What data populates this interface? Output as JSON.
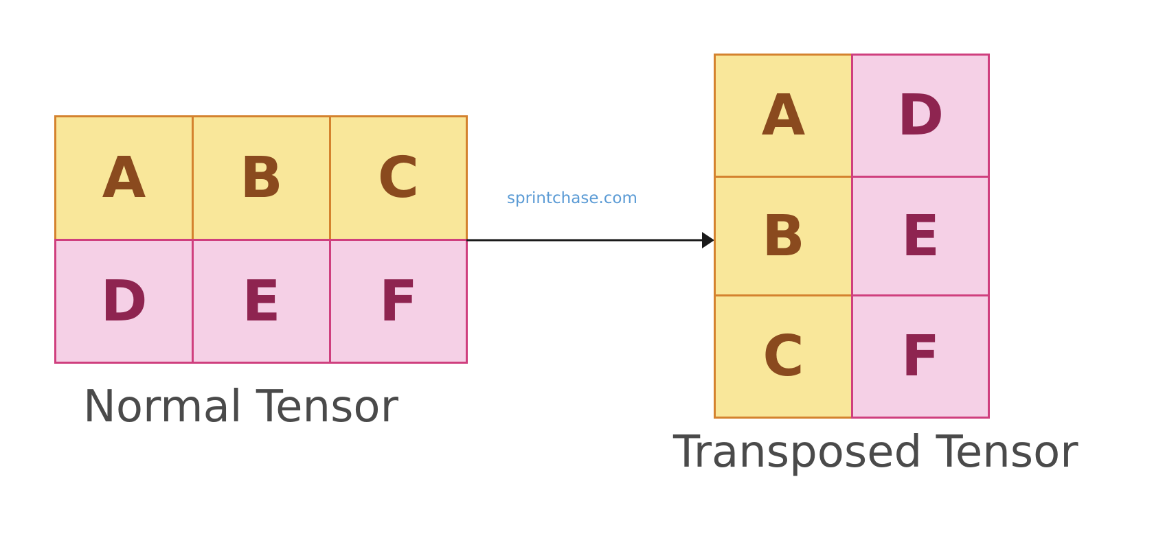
{
  "normal_tensor": {
    "label": "Normal Tensor",
    "rows": [
      [
        "A",
        "B",
        "C"
      ],
      [
        "D",
        "E",
        "F"
      ]
    ]
  },
  "transposed_tensor": {
    "label": "Transposed Tensor",
    "rows": [
      [
        "A",
        "D"
      ],
      [
        "B",
        "E"
      ],
      [
        "C",
        "F"
      ]
    ]
  },
  "watermark": "sprintchase.com",
  "colors": {
    "row1_fill": "#f9e79a",
    "row1_border": "#d4822e",
    "row2_fill": "#f5d0e6",
    "row2_border": "#cf3f7e"
  }
}
